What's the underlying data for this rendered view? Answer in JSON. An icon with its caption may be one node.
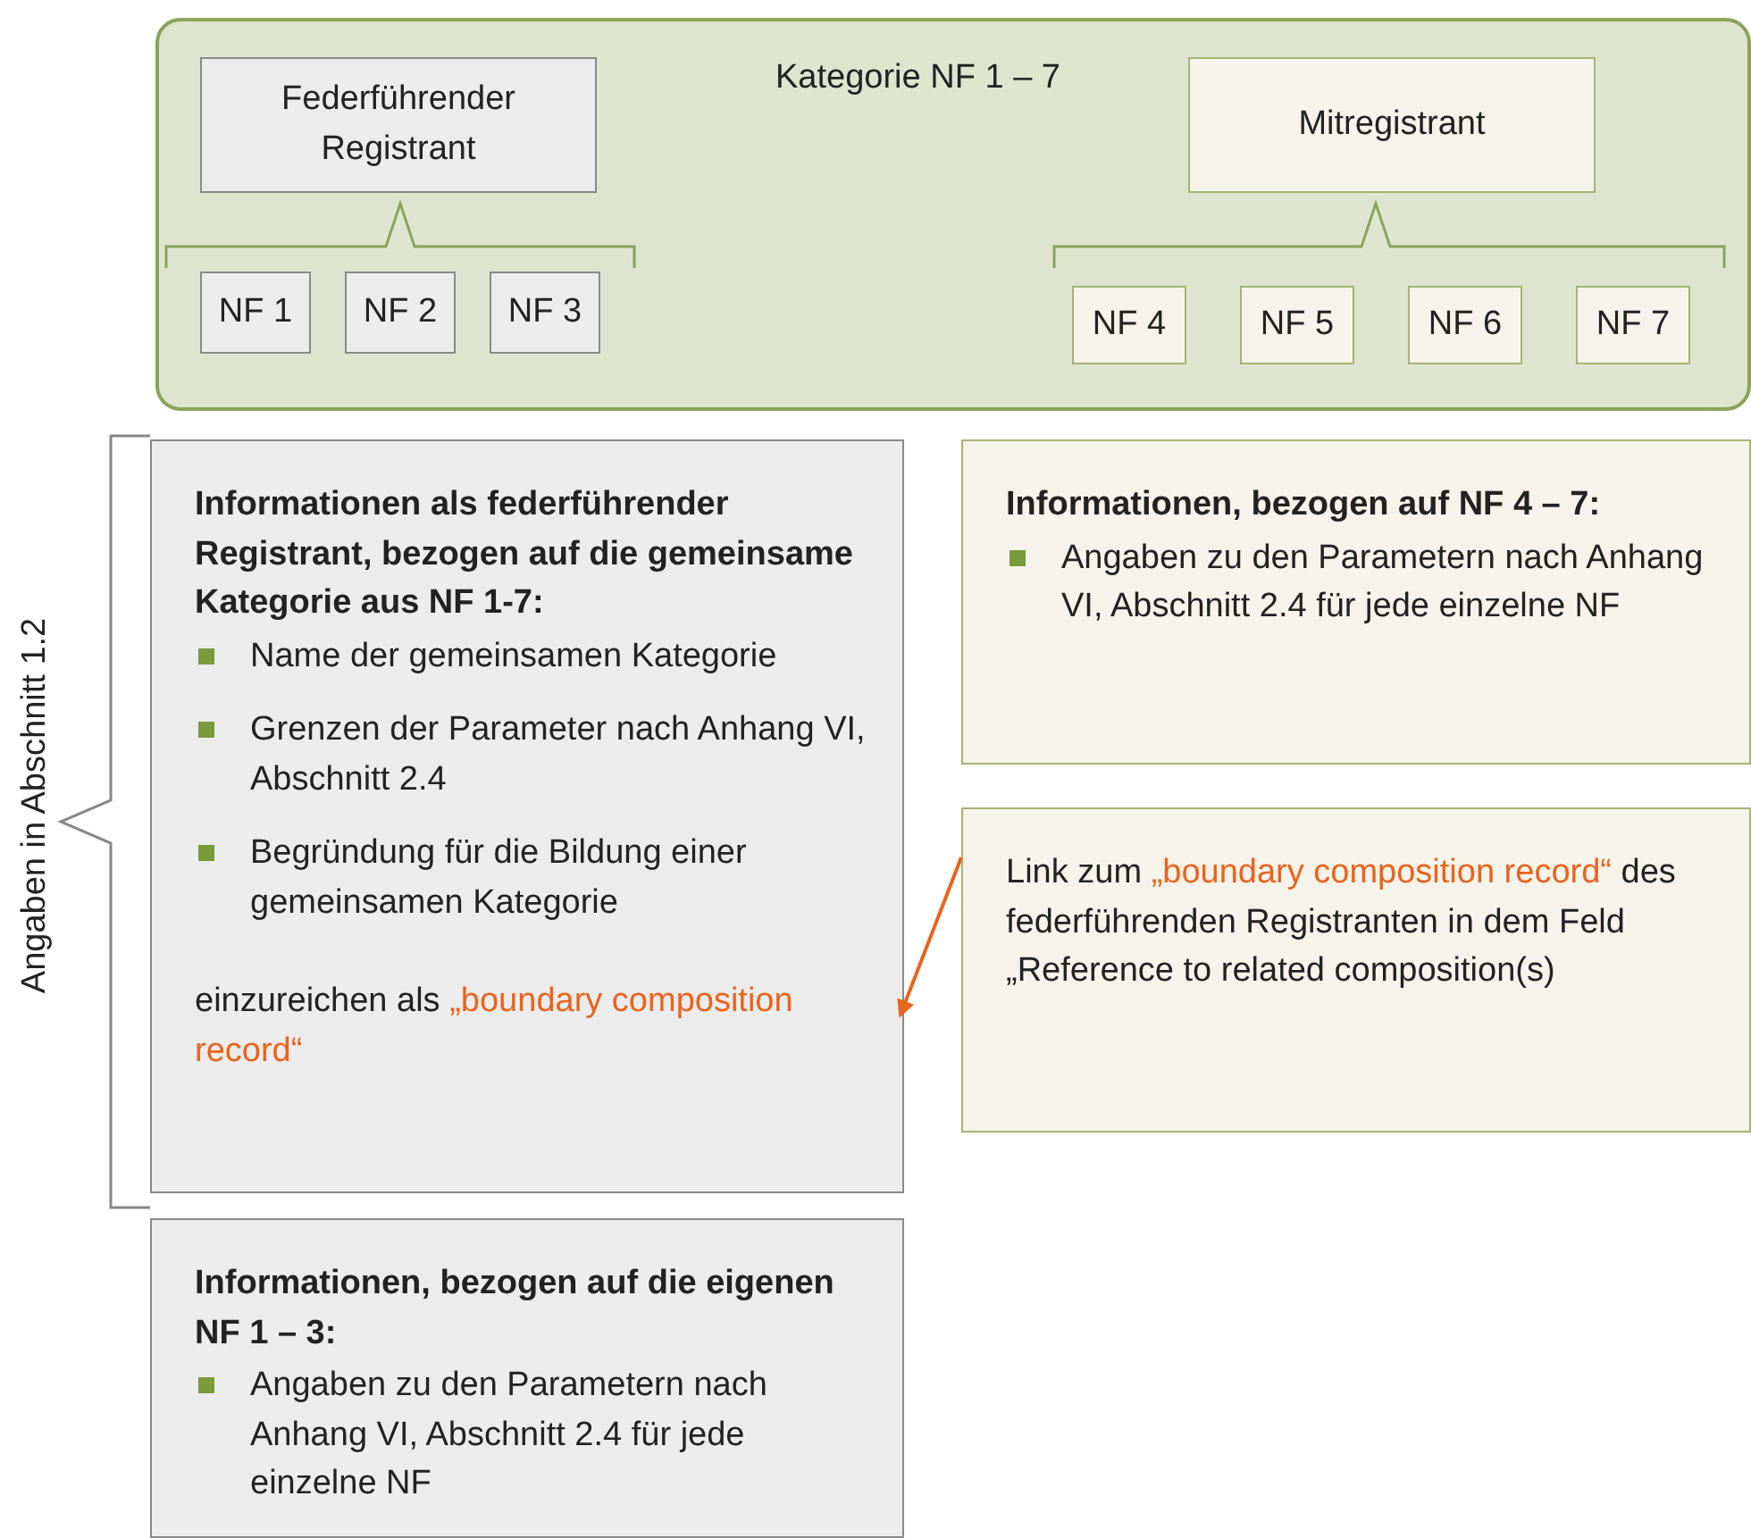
{
  "diagram": {
    "nodes": [
      {
        "text": [
          "Kategorie NF 1 – 7"
        ]
      },
      {
        "text": [
          "Federführender Registrant"
        ],
        "in": 0
      },
      {
        "text": [
          "Mitregistrant"
        ],
        "in": 0
      },
      {
        "text": [
          "NF 1"
        ],
        "in": 0
      },
      {
        "text": [
          "NF 2"
        ],
        "in": 0
      },
      {
        "text": [
          "NF 3"
        ],
        "in": 0
      },
      {
        "text": [
          "NF 4"
        ],
        "in": 0
      },
      {
        "text": [
          "NF 5"
        ],
        "in": 0
      },
      {
        "text": [
          "NF 6"
        ],
        "in": 0
      },
      {
        "text": [
          "NF 7"
        ],
        "in": 0
      },
      {
        "text": [
          "Informationen als federführender Registrant, bezogen auf die gemeinsame Kategorie aus NF 1-7:",
          "Name der gemeinsamen Kategorie",
          "Grenzen der Parameter nach Anhang VI, Abschnitt 2.4",
          "Begründung für die Bildung einer gemeinsamen Kategorie",
          "einzureichen als",
          "„boundary composition record“"
        ]
      },
      {
        "text": [
          "Informationen, bezogen auf NF 4 – 7:",
          "Angaben zu den Parametern nach Anhang VI, Abschnitt 2.4 für jede einzelne NF"
        ]
      },
      {
        "text": [
          "Link zum",
          "„boundary composition record“",
          "des federführenden Registranten in dem Feld „Reference to related composition(s)"
        ]
      },
      {
        "text": [
          "Informationen, bezogen auf die eigenen NF 1 – 3:",
          "Angaben zu den Parametern nach Anhang VI, Abschnitt 2.4 für jede einzelne NF"
        ]
      }
    ],
    "edges": [
      {
        "from": 12,
        "to": 10,
        "arrow": "to",
        "color": "#e8641e"
      }
    ],
    "labels": [
      "Angaben in Abschnitt 1.2"
    ]
  }
}
